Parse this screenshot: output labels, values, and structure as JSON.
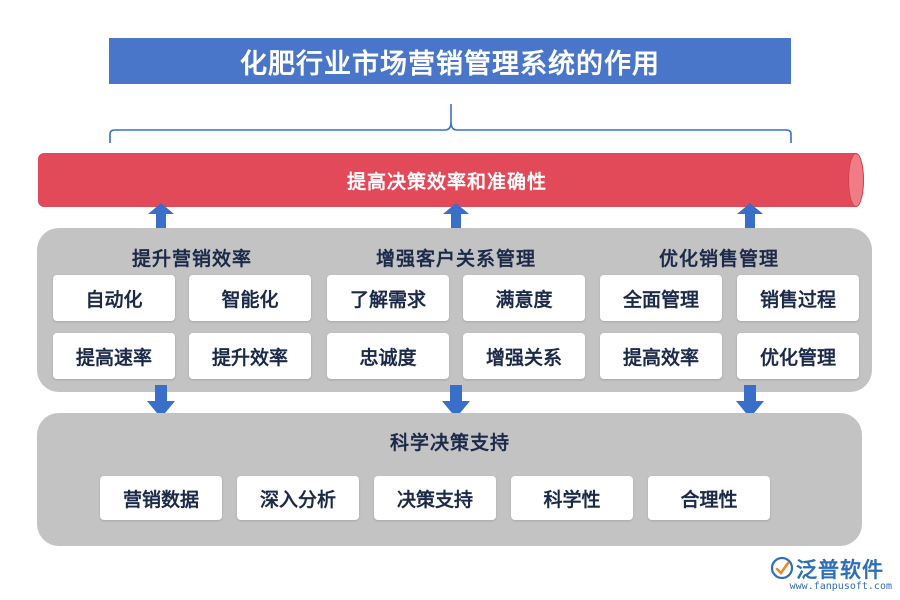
{
  "title": "化肥行业市场营销管理系统的作用",
  "top_bar": "提高决策效率和准确性",
  "groups": [
    {
      "title": "提升营销效率",
      "items": [
        "自动化",
        "智能化",
        "提高速率",
        "提升效率"
      ]
    },
    {
      "title": "增强客户关系管理",
      "items": [
        "了解需求",
        "满意度",
        "忠诚度",
        "增强关系"
      ]
    },
    {
      "title": "优化销售管理",
      "items": [
        "全面管理",
        "销售过程",
        "提高效率",
        "优化管理"
      ]
    }
  ],
  "bottom": {
    "title": "科学决策支持",
    "items": [
      "营销数据",
      "深入分析",
      "决策支持",
      "科学性",
      "合理性"
    ]
  },
  "logo": {
    "name": "泛普软件",
    "url": "www.fanpusoft.com"
  },
  "colors": {
    "title_bg": "#4a76c9",
    "bar": "#e24a59",
    "panel": "#c3c3c3",
    "arrow": "#3a6fc9",
    "text": "#1c2a4a"
  }
}
